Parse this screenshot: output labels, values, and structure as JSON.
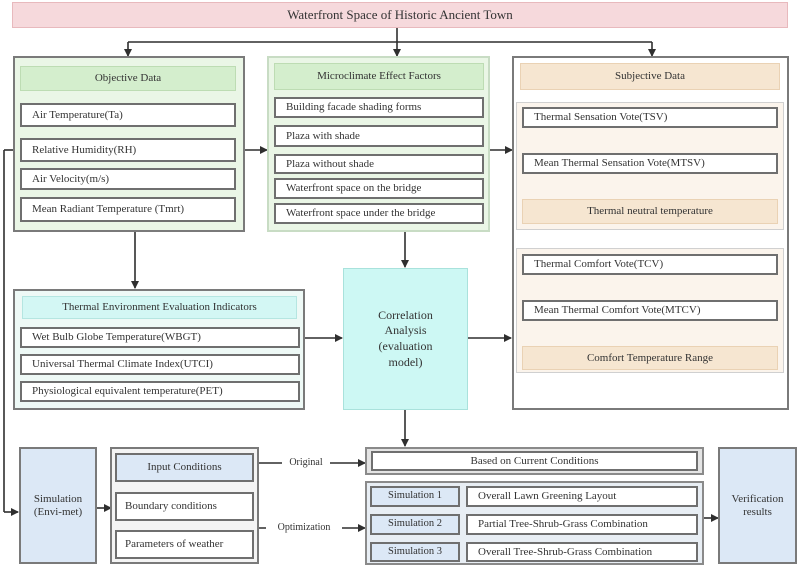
{
  "title": "Waterfront Space of Historic Ancient Town",
  "colors": {
    "title_bg": "#f6d9dc",
    "green_panel": "#eaf6e6",
    "green_header": "#d4eecd",
    "orange_panel": "#fbf4ec",
    "orange_header": "#f6e6d1",
    "cyan_header": "#d3f7f4",
    "cyan_box": "#cdf8f4",
    "blue_box": "#dce8f6",
    "line": "#2f2f2f"
  },
  "objective": {
    "header": "Objective Data",
    "items": [
      "Air Temperature(Ta)",
      "Relative Humidity(RH)",
      "Air Velocity(m/s)",
      "Mean Radiant Temperature (Tmrt)"
    ]
  },
  "microclimate": {
    "header": "Microclimate Effect Factors",
    "items": [
      "Building facade shading forms",
      "Plaza with shade",
      "Plaza without shade",
      "Waterfront space on the bridge",
      "Waterfront space under the bridge"
    ]
  },
  "subjective": {
    "header": "Subjective Data",
    "sensation": {
      "vote": "Thermal Sensation Vote(TSV)",
      "mean_vote": "Mean Thermal Sensation Vote(MTSV)",
      "result": "Thermal neutral temperature"
    },
    "comfort": {
      "vote": "Thermal Comfort Vote(TCV)",
      "mean_vote": "Mean Thermal Comfort Vote(MTCV)",
      "result": "Comfort Temperature Range"
    }
  },
  "indicators": {
    "header": "Thermal Environment Evaluation Indicators",
    "items": [
      "Wet Bulb Globe Temperature(WBGT)",
      "Universal Thermal Climate Index(UTCI)",
      "Physiological equivalent temperature(PET)"
    ]
  },
  "correlation": {
    "label": "Correlation Analysis (evaluation model)"
  },
  "simulation": {
    "label": "Simulation (Envi-met)"
  },
  "inputs": {
    "header": "Input Conditions",
    "items": [
      "Boundary conditions",
      "Parameters of weather"
    ]
  },
  "edge_labels": {
    "original": "Original",
    "optimization": "Optimization"
  },
  "current": "Based on Current Conditions",
  "scenarios": [
    {
      "name": "Simulation 1",
      "desc": "Overall Lawn Greening Layout"
    },
    {
      "name": "Simulation 2",
      "desc": "Partial Tree-Shrub-Grass Combination"
    },
    {
      "name": "Simulation 3",
      "desc": "Overall Tree-Shrub-Grass Combination"
    }
  ],
  "verification": "Verification results"
}
